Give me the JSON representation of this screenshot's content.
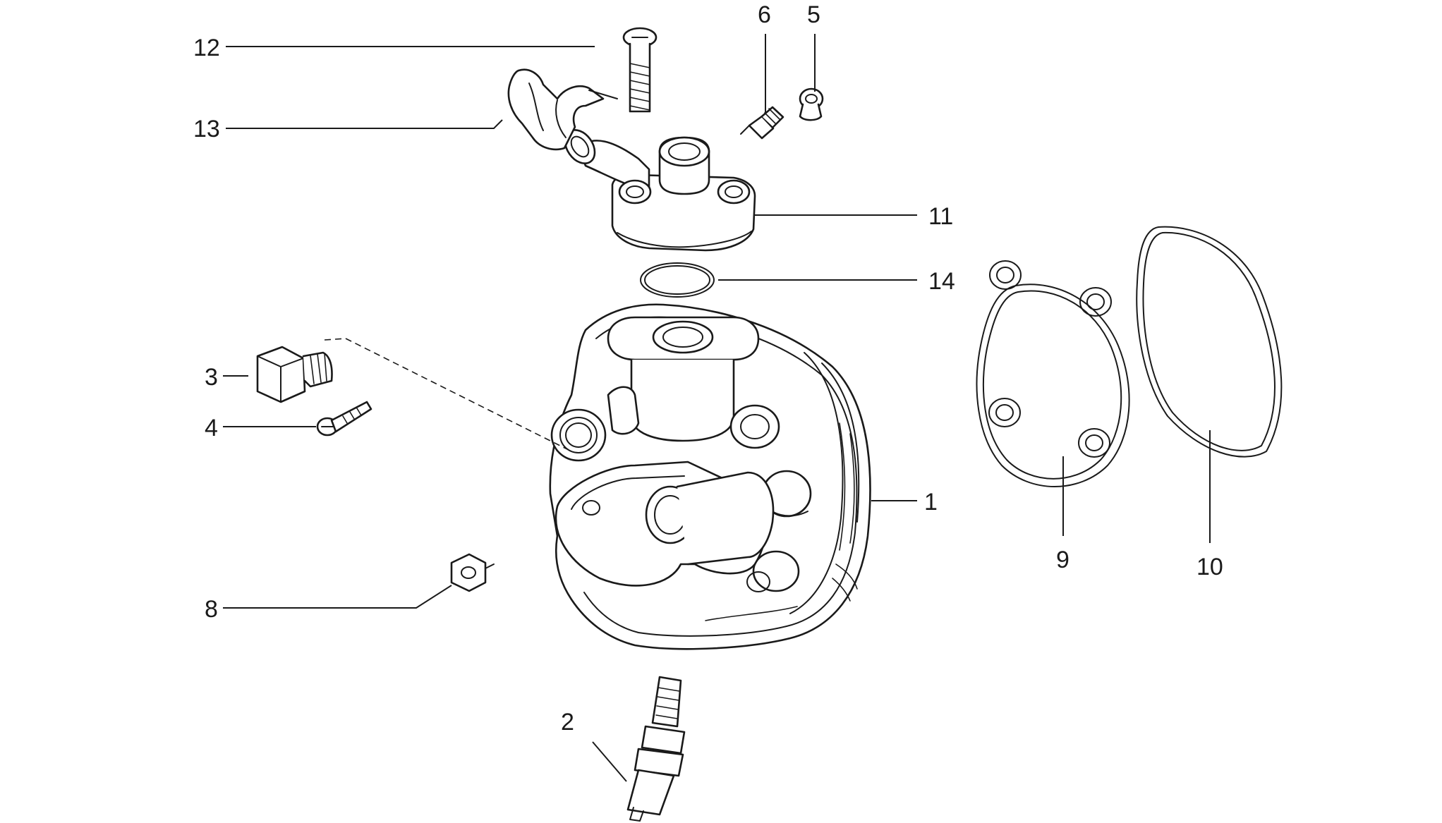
{
  "callouts": {
    "c1": "1",
    "c2": "2",
    "c3": "3",
    "c4": "4",
    "c5": "5",
    "c6": "6",
    "c8": "8",
    "c9": "9",
    "c10": "10",
    "c11": "11",
    "c12": "12",
    "c13": "13",
    "c14": "14"
  },
  "colors": {
    "line": "#1a1a1a",
    "background": "#ffffff"
  }
}
